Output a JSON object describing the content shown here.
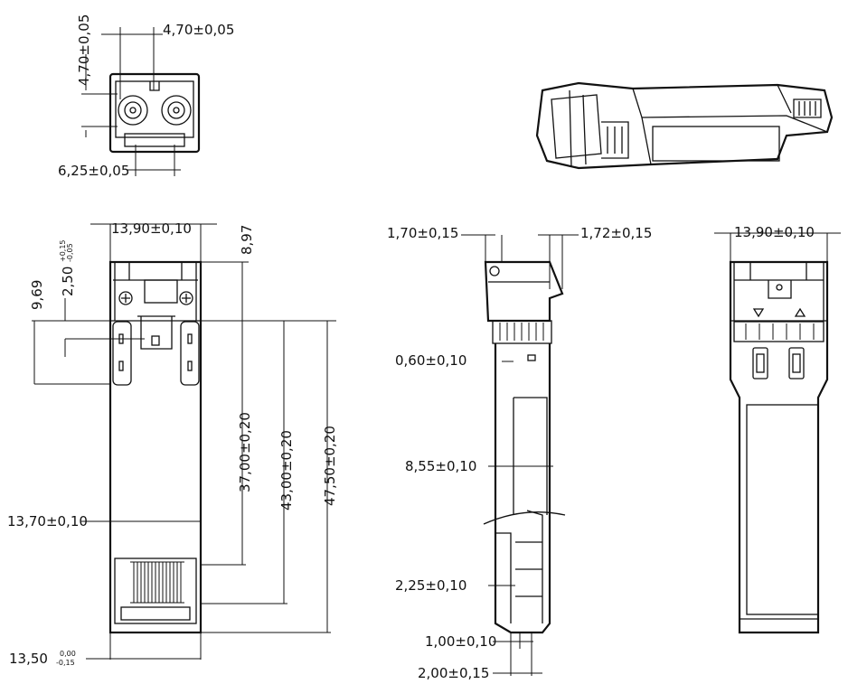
{
  "front_view": {
    "height_dim": "4,70±0,05",
    "width_dim": "4,70±0,05",
    "pitch_dim": "6,25±0,05"
  },
  "top_view": {
    "width_top": "13,90±0,10",
    "dim_897": "8,97",
    "dim_969": "9,69",
    "dim_250": "2,50",
    "dim_250_tol_upper": "+0,15",
    "dim_250_tol_lower": "-0,05",
    "dim_37": "37,00±0,20",
    "dim_43": "43,00±0,20",
    "dim_475": "47,50±0,20",
    "width_body": "13,70±0,10",
    "width_bottom": "13,50",
    "width_bottom_tol_upper": "0,00",
    "width_bottom_tol_lower": "-0,15"
  },
  "side_view": {
    "dim_170": "1,70±0,15",
    "dim_172": "1,72±0,15",
    "dim_060": "0,60±0,10",
    "dim_855": "8,55±0,10",
    "dim_225": "2,25±0,10",
    "dim_100": "1,00±0,10",
    "dim_200": "2,00±0,15"
  },
  "bottom_view": {
    "width": "13,90±0,10"
  }
}
